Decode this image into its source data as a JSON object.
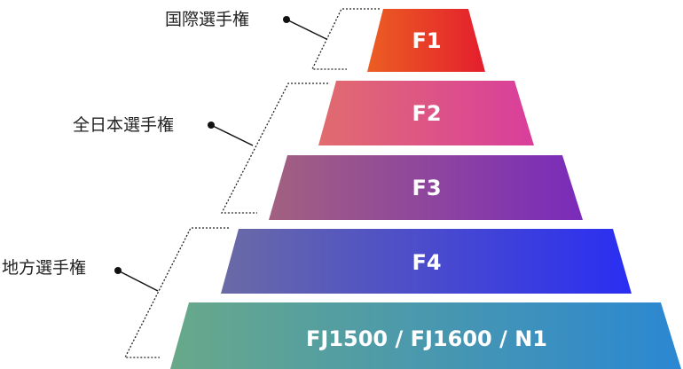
{
  "tiers": [
    {
      "label": "F1",
      "color_start": "#ec5e22",
      "color_end": "#e41e2e"
    },
    {
      "label": "F2",
      "color_start": "#e16c6e",
      "color_end": "#d93e9c"
    },
    {
      "label": "F3",
      "color_start": "#a26180",
      "color_end": "#7a2bba"
    },
    {
      "label": "F4",
      "color_start": "#6a6aa6",
      "color_end": "#2a2ef2"
    },
    {
      "label": "FJ1500 / FJ1600 / N1",
      "color_start": "#68a98a",
      "color_end": "#2b87d2"
    }
  ],
  "categories": [
    {
      "label": "国際選手権"
    },
    {
      "label": "全日本選手権"
    },
    {
      "label": "地方選手権"
    }
  ]
}
